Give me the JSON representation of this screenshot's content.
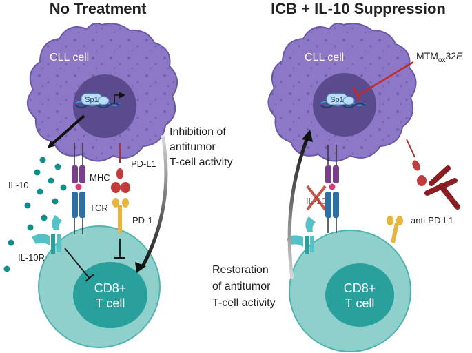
{
  "left_panel": {
    "title": "No Treatment",
    "cll_label": "CLL cell",
    "sp1": "Sp1",
    "il10": "IL-10",
    "il10r": "IL-10R",
    "mhc": "MHC",
    "tcr": "TCR",
    "pdl1": "PD-L1",
    "pd1": "PD-1",
    "cd8_line1": "CD8+",
    "cd8_line2": "T cell"
  },
  "middle": {
    "inhibition_line1": "Inhibition of",
    "inhibition_line2": "antitumor",
    "inhibition_line3": "T-cell activity"
  },
  "right_panel": {
    "title": "ICB + IL-10 Suppression",
    "cll_label": "CLL cell",
    "sp1": "Sp1",
    "drug_main": "MTM",
    "drug_sub": "ox",
    "drug_num": "32",
    "drug_italic": "E",
    "il10_crossed": "IL-10",
    "anti_pdl1": "anti-PD-L1",
    "restoration_line1": "Restoration",
    "restoration_line2": "of antitumor",
    "restoration_line3": "T-cell activity",
    "cd8_line1": "CD8+",
    "cd8_line2": "T cell"
  },
  "colors": {
    "cll_fill": "#8c78c6",
    "cll_stroke": "#6b58a8",
    "nucleus": "#5a4a8e",
    "tcell_fill": "#8fd0cc",
    "tcell_stroke": "#4fb4ae",
    "tcell_nucleus": "#2aa09c",
    "mhc": "#7a3f8a",
    "tcr": "#2e6fa3",
    "pdl1": "#c23b3b",
    "pd1": "#e8b43a",
    "il10_dot": "#0f8f8a",
    "inhibitor": "#c62828",
    "antibody": "#8b1e22"
  }
}
